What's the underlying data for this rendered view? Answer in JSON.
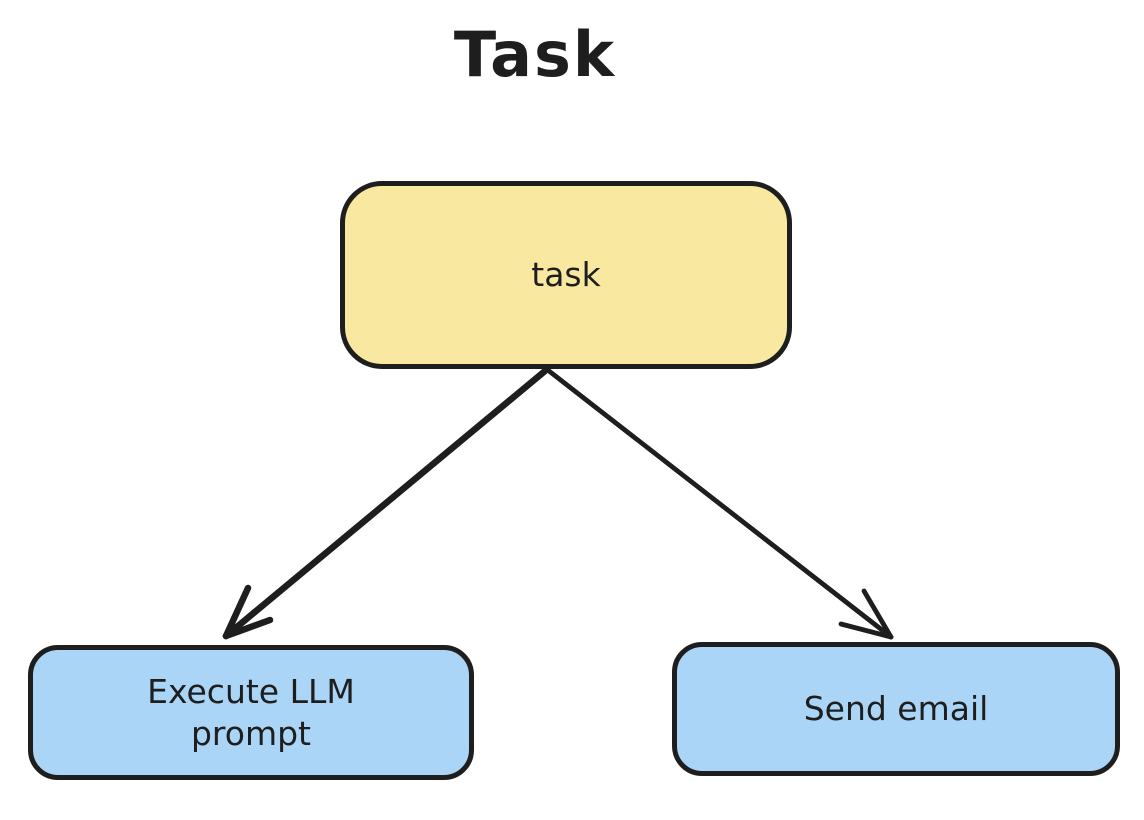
{
  "page": {
    "background": "#ffffff"
  },
  "diagram": {
    "title": "Task",
    "style": "hand-drawn (Excalidraw-like)",
    "colors": {
      "stroke": "#1e1e1e",
      "node_yellow_fill": "#f9e8a0",
      "node_blue_fill": "#abd5f6",
      "text": "#1e1e1e"
    },
    "nodes": [
      {
        "id": "task",
        "label": "task",
        "fill": "#f9e8a0",
        "shape": "rounded-rectangle"
      },
      {
        "id": "execute-llm-prompt",
        "label": "Execute LLM prompt",
        "fill": "#abd5f6",
        "shape": "rounded-rectangle"
      },
      {
        "id": "send-email",
        "label": "Send email",
        "fill": "#abd5f6",
        "shape": "rounded-rectangle"
      }
    ],
    "edges": [
      {
        "from": "task",
        "to": "execute-llm-prompt",
        "type": "arrow"
      },
      {
        "from": "task",
        "to": "send-email",
        "type": "arrow"
      }
    ]
  }
}
